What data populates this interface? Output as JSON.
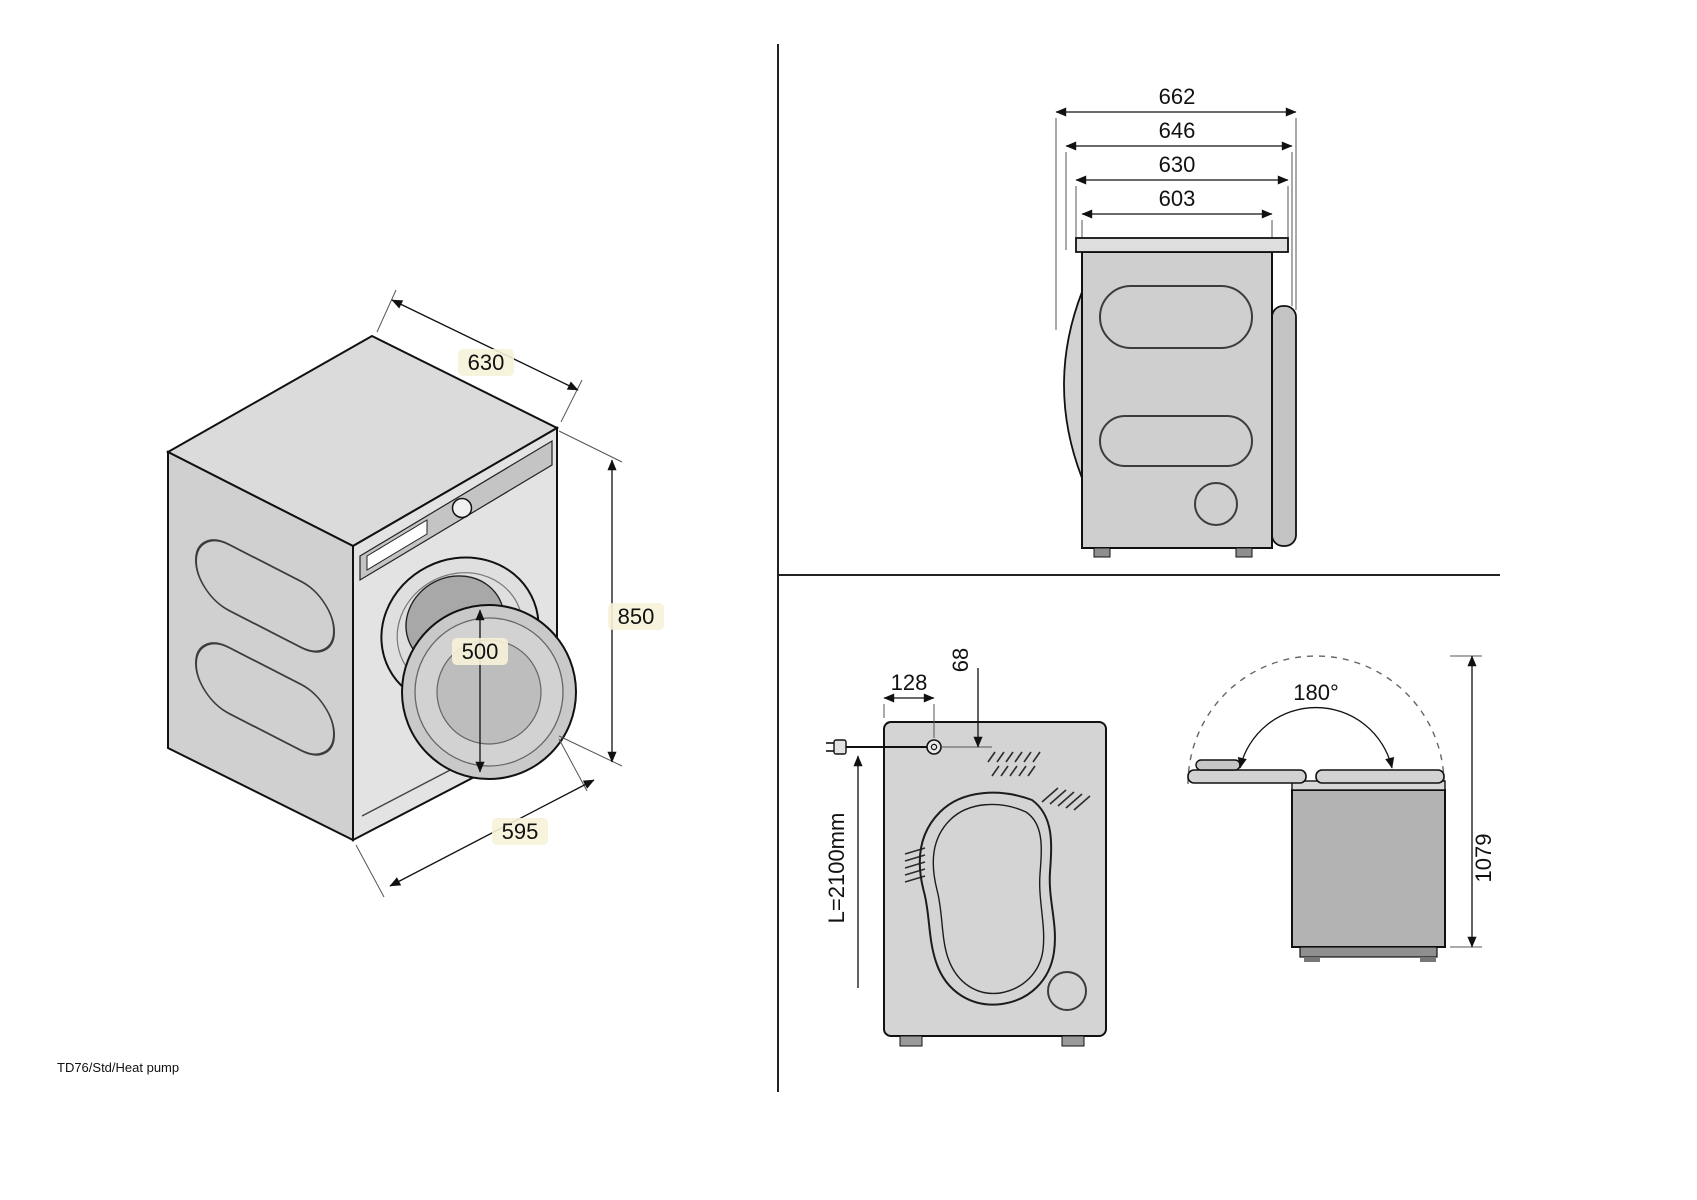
{
  "page": {
    "model_label": "TD76/Std/Heat pump"
  },
  "isometric_view": {
    "depth_mm": "630",
    "height_mm": "850",
    "door_diameter_mm": "500",
    "width_mm": "595"
  },
  "side_view": {
    "depth_dims_mm": [
      "662",
      "646",
      "630",
      "603"
    ]
  },
  "rear_view": {
    "cord_horizontal_offset_mm": "128",
    "cord_vertical_offset_mm": "68",
    "cord_length": "L=2100mm"
  },
  "lid_view": {
    "opening_angle": "180°",
    "open_lid_height_mm": "1079"
  }
}
